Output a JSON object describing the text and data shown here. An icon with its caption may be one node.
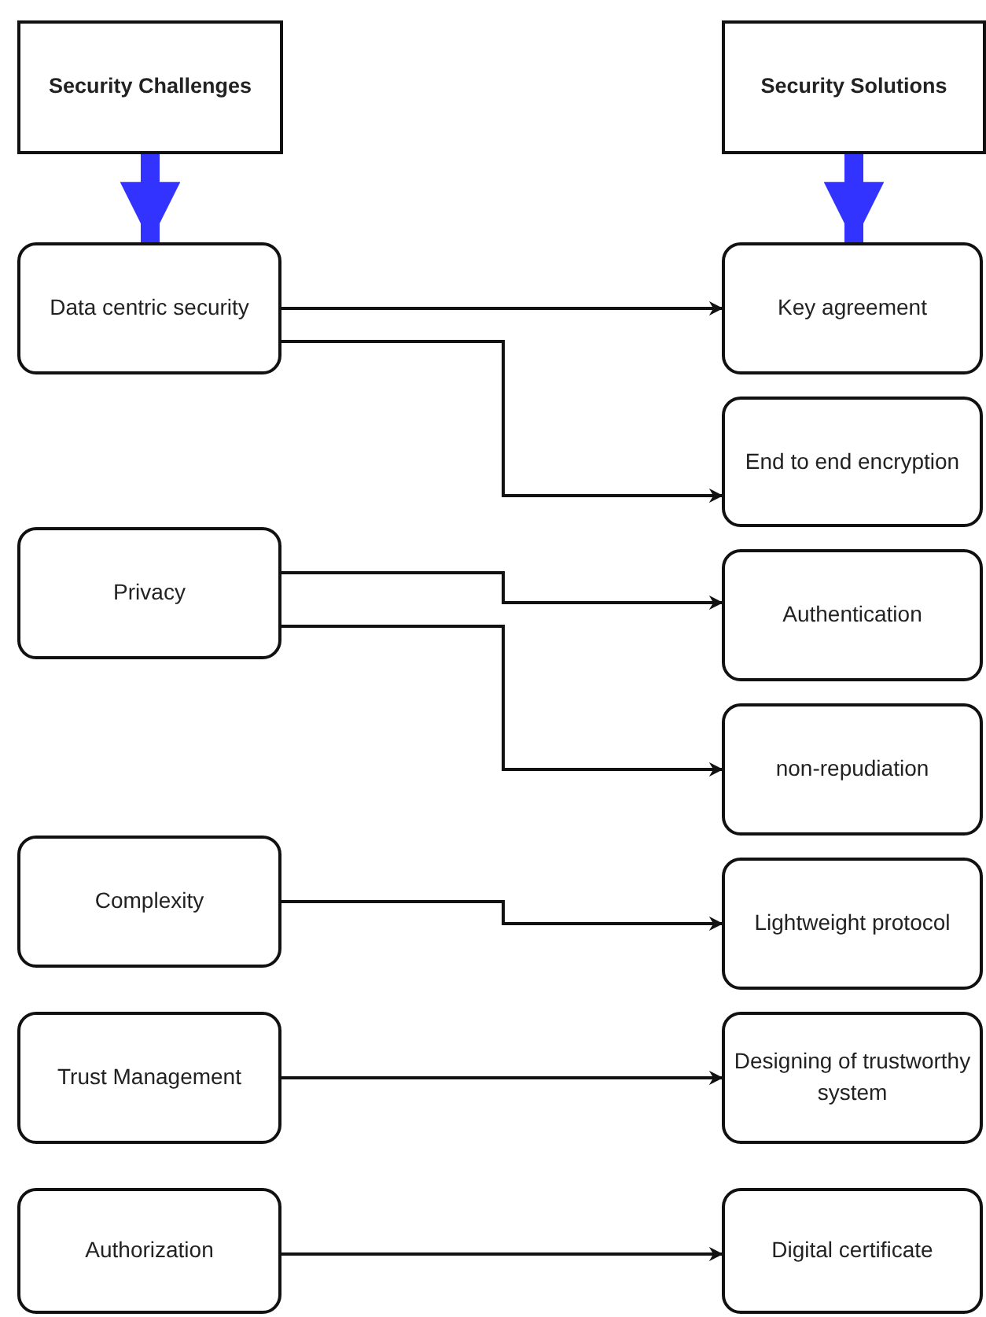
{
  "diagram": {
    "nodes": [
      {
        "text": [
          "Security Challenges"
        ]
      },
      {
        "text": [
          "Security Solutions"
        ]
      },
      {
        "text": [
          "Data centric security"
        ]
      },
      {
        "text": [
          "Key agreement"
        ]
      },
      {
        "text": [
          "End to end encryption"
        ]
      },
      {
        "text": [
          "Privacy"
        ]
      },
      {
        "text": [
          "Authentication"
        ]
      },
      {
        "text": [
          "non-repudiation"
        ]
      },
      {
        "text": [
          "Complexity"
        ]
      },
      {
        "text": [
          "Lightweight protocol"
        ]
      },
      {
        "text": [
          "Trust Management"
        ]
      },
      {
        "text": [
          "Designing of trustworthy system"
        ]
      },
      {
        "text": [
          "Authorization"
        ]
      },
      {
        "text": [
          "Digital certificate"
        ]
      }
    ],
    "edges": [
      {
        "from": 0,
        "to": 2,
        "arrow": "to",
        "style": "thick",
        "color": "#3333ff"
      },
      {
        "from": 1,
        "to": 3,
        "arrow": "to",
        "style": "thick",
        "color": "#3333ff"
      },
      {
        "from": 2,
        "to": 3,
        "arrow": "to"
      },
      {
        "from": 2,
        "to": 4,
        "arrow": "to"
      },
      {
        "from": 5,
        "to": 6,
        "arrow": "to"
      },
      {
        "from": 5,
        "to": 7,
        "arrow": "to"
      },
      {
        "from": 8,
        "to": 9,
        "arrow": "to"
      },
      {
        "from": 10,
        "to": 11,
        "arrow": "to"
      },
      {
        "from": 12,
        "to": 13,
        "arrow": "to"
      }
    ]
  }
}
